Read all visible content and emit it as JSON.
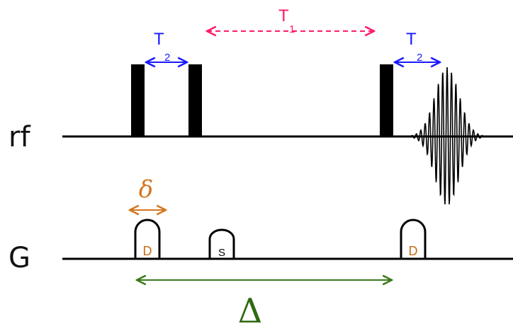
{
  "rows": {
    "rf_label": "rf",
    "gradient_label": "G"
  },
  "intervals": {
    "t1": {
      "symbol": "T",
      "subscript": "1"
    },
    "t2_left": {
      "symbol": "T",
      "subscript": "2"
    },
    "t2_right": {
      "symbol": "T",
      "subscript": "2"
    },
    "delta_small": {
      "symbol": "δ"
    },
    "delta_big": {
      "symbol": "Δ"
    }
  },
  "gradient_lobes": {
    "first": "D",
    "spoiler": "S",
    "last": "D"
  },
  "colors": {
    "line": "#000000",
    "t1_arrow": "#ff1a6e",
    "t2_arrow": "#1a1aff",
    "delta_small_arrow": "#d2761e",
    "delta_big_arrow": "#3a7a1a",
    "lobe_label_d": "#cc6a10"
  }
}
